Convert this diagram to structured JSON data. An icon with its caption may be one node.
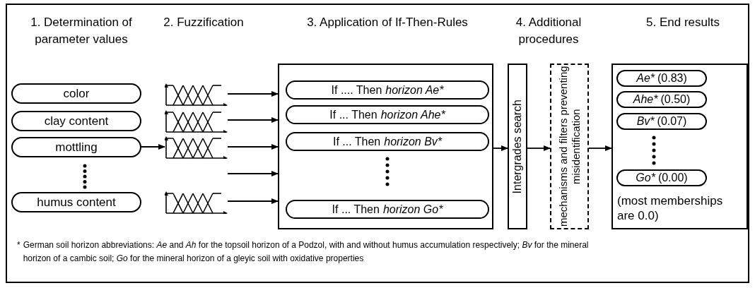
{
  "diagram": {
    "nodes": [
      {
        "text": [
          "color"
        ]
      },
      {
        "text": [
          "clay content"
        ]
      },
      {
        "text": [
          "mottling"
        ]
      },
      {
        "text": [
          "humus content"
        ]
      },
      {
        "text": [],
        "shape": "picture"
      },
      {
        "text": [],
        "shape": "picture"
      },
      {
        "text": [],
        "shape": "picture"
      },
      {
        "text": [],
        "shape": "picture"
      },
      {
        "text": [],
        "shape": "box"
      },
      {
        "text": [
          "If .... Then",
          "horizon Ae*"
        ],
        "in": 8
      },
      {
        "text": [
          "If ... Then",
          "horizon Ahe*"
        ],
        "in": 8
      },
      {
        "text": [
          "If ... Then",
          "horizon Bv*"
        ],
        "in": 8
      },
      {
        "text": [
          "If ... Then",
          "horizon Go*"
        ],
        "in": 8
      },
      {
        "text": [
          "Intergrades search"
        ]
      },
      {
        "text": [
          "mechanisms and filters preventing misidentification"
        ]
      },
      {
        "text": [
          "(most memberships are 0.0)"
        ]
      },
      {
        "text": [
          "Ae*",
          "(0.83)"
        ],
        "in": 15
      },
      {
        "text": [
          "Ahe*",
          "(0.50)"
        ],
        "in": 15
      },
      {
        "text": [
          "Bv*",
          "(0.07)"
        ],
        "in": 15
      },
      {
        "text": [
          "Go*",
          "(0.00)"
        ],
        "in": 15
      }
    ],
    "edges": [
      {
        "from": 2,
        "to": 6,
        "arrow": "to"
      },
      {
        "from": 4,
        "to": 8,
        "arrow": "to"
      },
      {
        "from": 5,
        "to": 8,
        "arrow": "to"
      },
      {
        "from": 6,
        "to": 8,
        "arrow": "to"
      },
      {
        "from": null,
        "to": 8,
        "arrow": "to"
      },
      {
        "from": 7,
        "to": 8,
        "arrow": "to"
      },
      {
        "from": 8,
        "to": 13,
        "arrow": "to"
      },
      {
        "from": 13,
        "to": 14,
        "arrow": "to"
      },
      {
        "from": 14,
        "to": 15,
        "arrow": "to"
      }
    ],
    "labels": [
      "1. Determination of parameter values",
      "2. Fuzzification",
      "3. Application of If-Then-Rules",
      "4. Additional procedures",
      "5. End results",
      "*",
      "German soil horizon abbreviations: *Ae* and *Ah* for the topsoil horizon of a Podzol, with and without humus accumulation respectively; *Bv* for the mineral horizon of a cambic soil; *Go* for the mineral horizon of a gleyic soil with oxidative properties"
    ]
  }
}
